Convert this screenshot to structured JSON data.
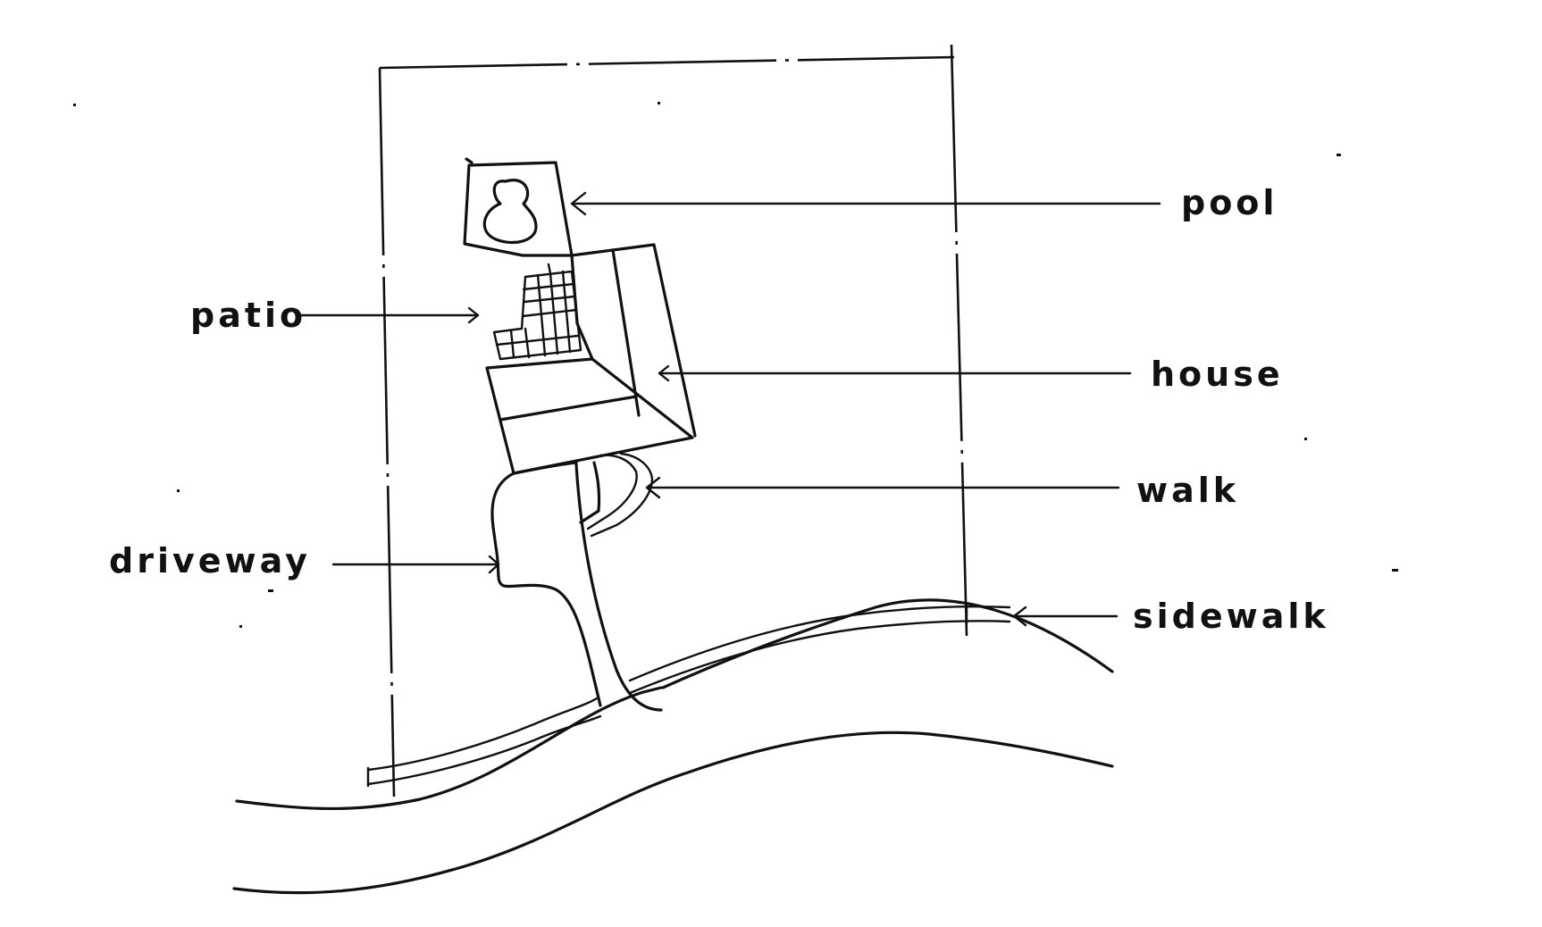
{
  "labels": {
    "pool": "pool",
    "patio": "patio",
    "house": "house",
    "walk": "walk",
    "driveway": "driveway",
    "sidewalk": "sidewalk"
  },
  "colors": {
    "ink": "#111111",
    "paper": "#ffffff"
  }
}
